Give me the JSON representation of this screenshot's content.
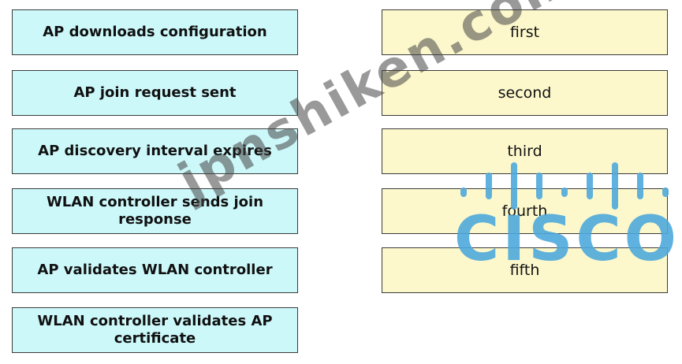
{
  "steps": [
    "AP downloads configuration",
    "AP join request sent",
    "AP discovery interval expires",
    "WLAN controller sends join response",
    "AP validates WLAN controller",
    "WLAN controller validates AP certificate"
  ],
  "slots": [
    "first",
    "second",
    "third",
    "fourth",
    "fifth"
  ],
  "watermark": {
    "text": "jpnshiken.com",
    "logo": "CISCO"
  },
  "colors": {
    "step_fill": "#cdf8fa",
    "slot_fill": "#fcf8cc",
    "logo_blue": "#4ea8dc"
  }
}
